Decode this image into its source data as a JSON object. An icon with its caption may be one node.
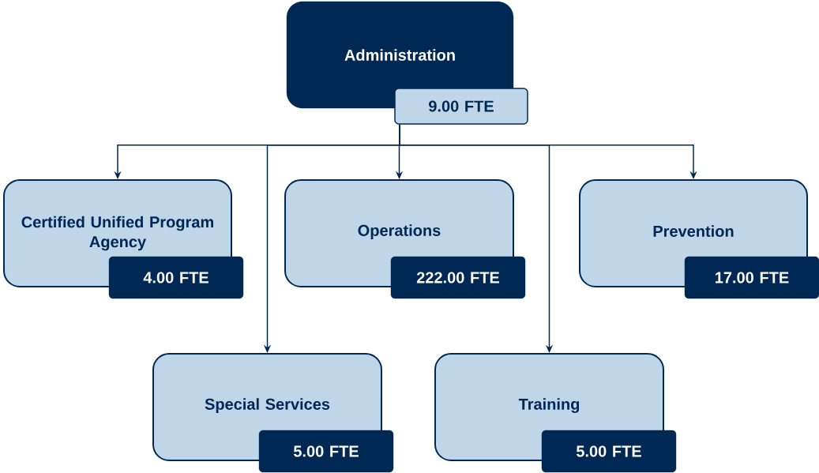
{
  "diagram": {
    "nodes": [
      {
        "text": [
          "Administration"
        ]
      },
      {
        "text": [
          "9.00 FTE"
        ]
      },
      {
        "text": [
          "Certified Unified Program Agency"
        ]
      },
      {
        "text": [
          "4.00 FTE"
        ]
      },
      {
        "text": [
          "Operations"
        ]
      },
      {
        "text": [
          "222.00 FTE"
        ]
      },
      {
        "text": [
          "Prevention"
        ]
      },
      {
        "text": [
          "17.00 FTE"
        ]
      },
      {
        "text": [
          "Special Services"
        ]
      },
      {
        "text": [
          "5.00 FTE"
        ]
      },
      {
        "text": [
          "Training"
        ]
      },
      {
        "text": [
          "5.00 FTE"
        ]
      }
    ],
    "edges": [
      {
        "from": 1,
        "to": 2,
        "arrow": "to"
      },
      {
        "from": 1,
        "to": 8,
        "arrow": "to"
      },
      {
        "from": 1,
        "to": 4,
        "arrow": "to"
      },
      {
        "from": 1,
        "to": 10,
        "arrow": "to"
      },
      {
        "from": 1,
        "to": 6,
        "arrow": "to"
      }
    ]
  }
}
